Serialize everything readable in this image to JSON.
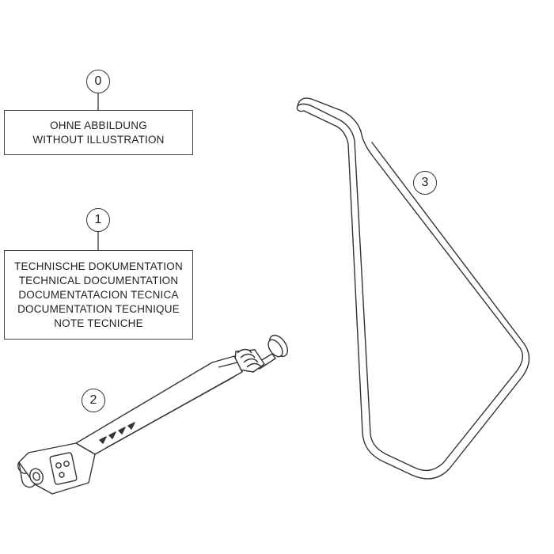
{
  "callouts": {
    "c0": "0",
    "c1": "1",
    "c2": "2",
    "c3": "3"
  },
  "box_0": {
    "lines": [
      "OHNE ABBILDUNG",
      "WITHOUT ILLUSTRATION"
    ]
  },
  "box_1": {
    "lines": [
      "TECHNISCHE DOKUMENTATION",
      "TECHNICAL DOCUMENTATION",
      "DOCUMENTATACION TECNICA",
      "DOCUMENTATION TECHNIQUE",
      "NOTE TECNICHE"
    ]
  },
  "colors": {
    "line": "#333333",
    "part_fill": "#ffffff"
  },
  "parts": {
    "part_2_icon": "air-pump-icon",
    "part_3_icon": "side-stand-icon"
  }
}
